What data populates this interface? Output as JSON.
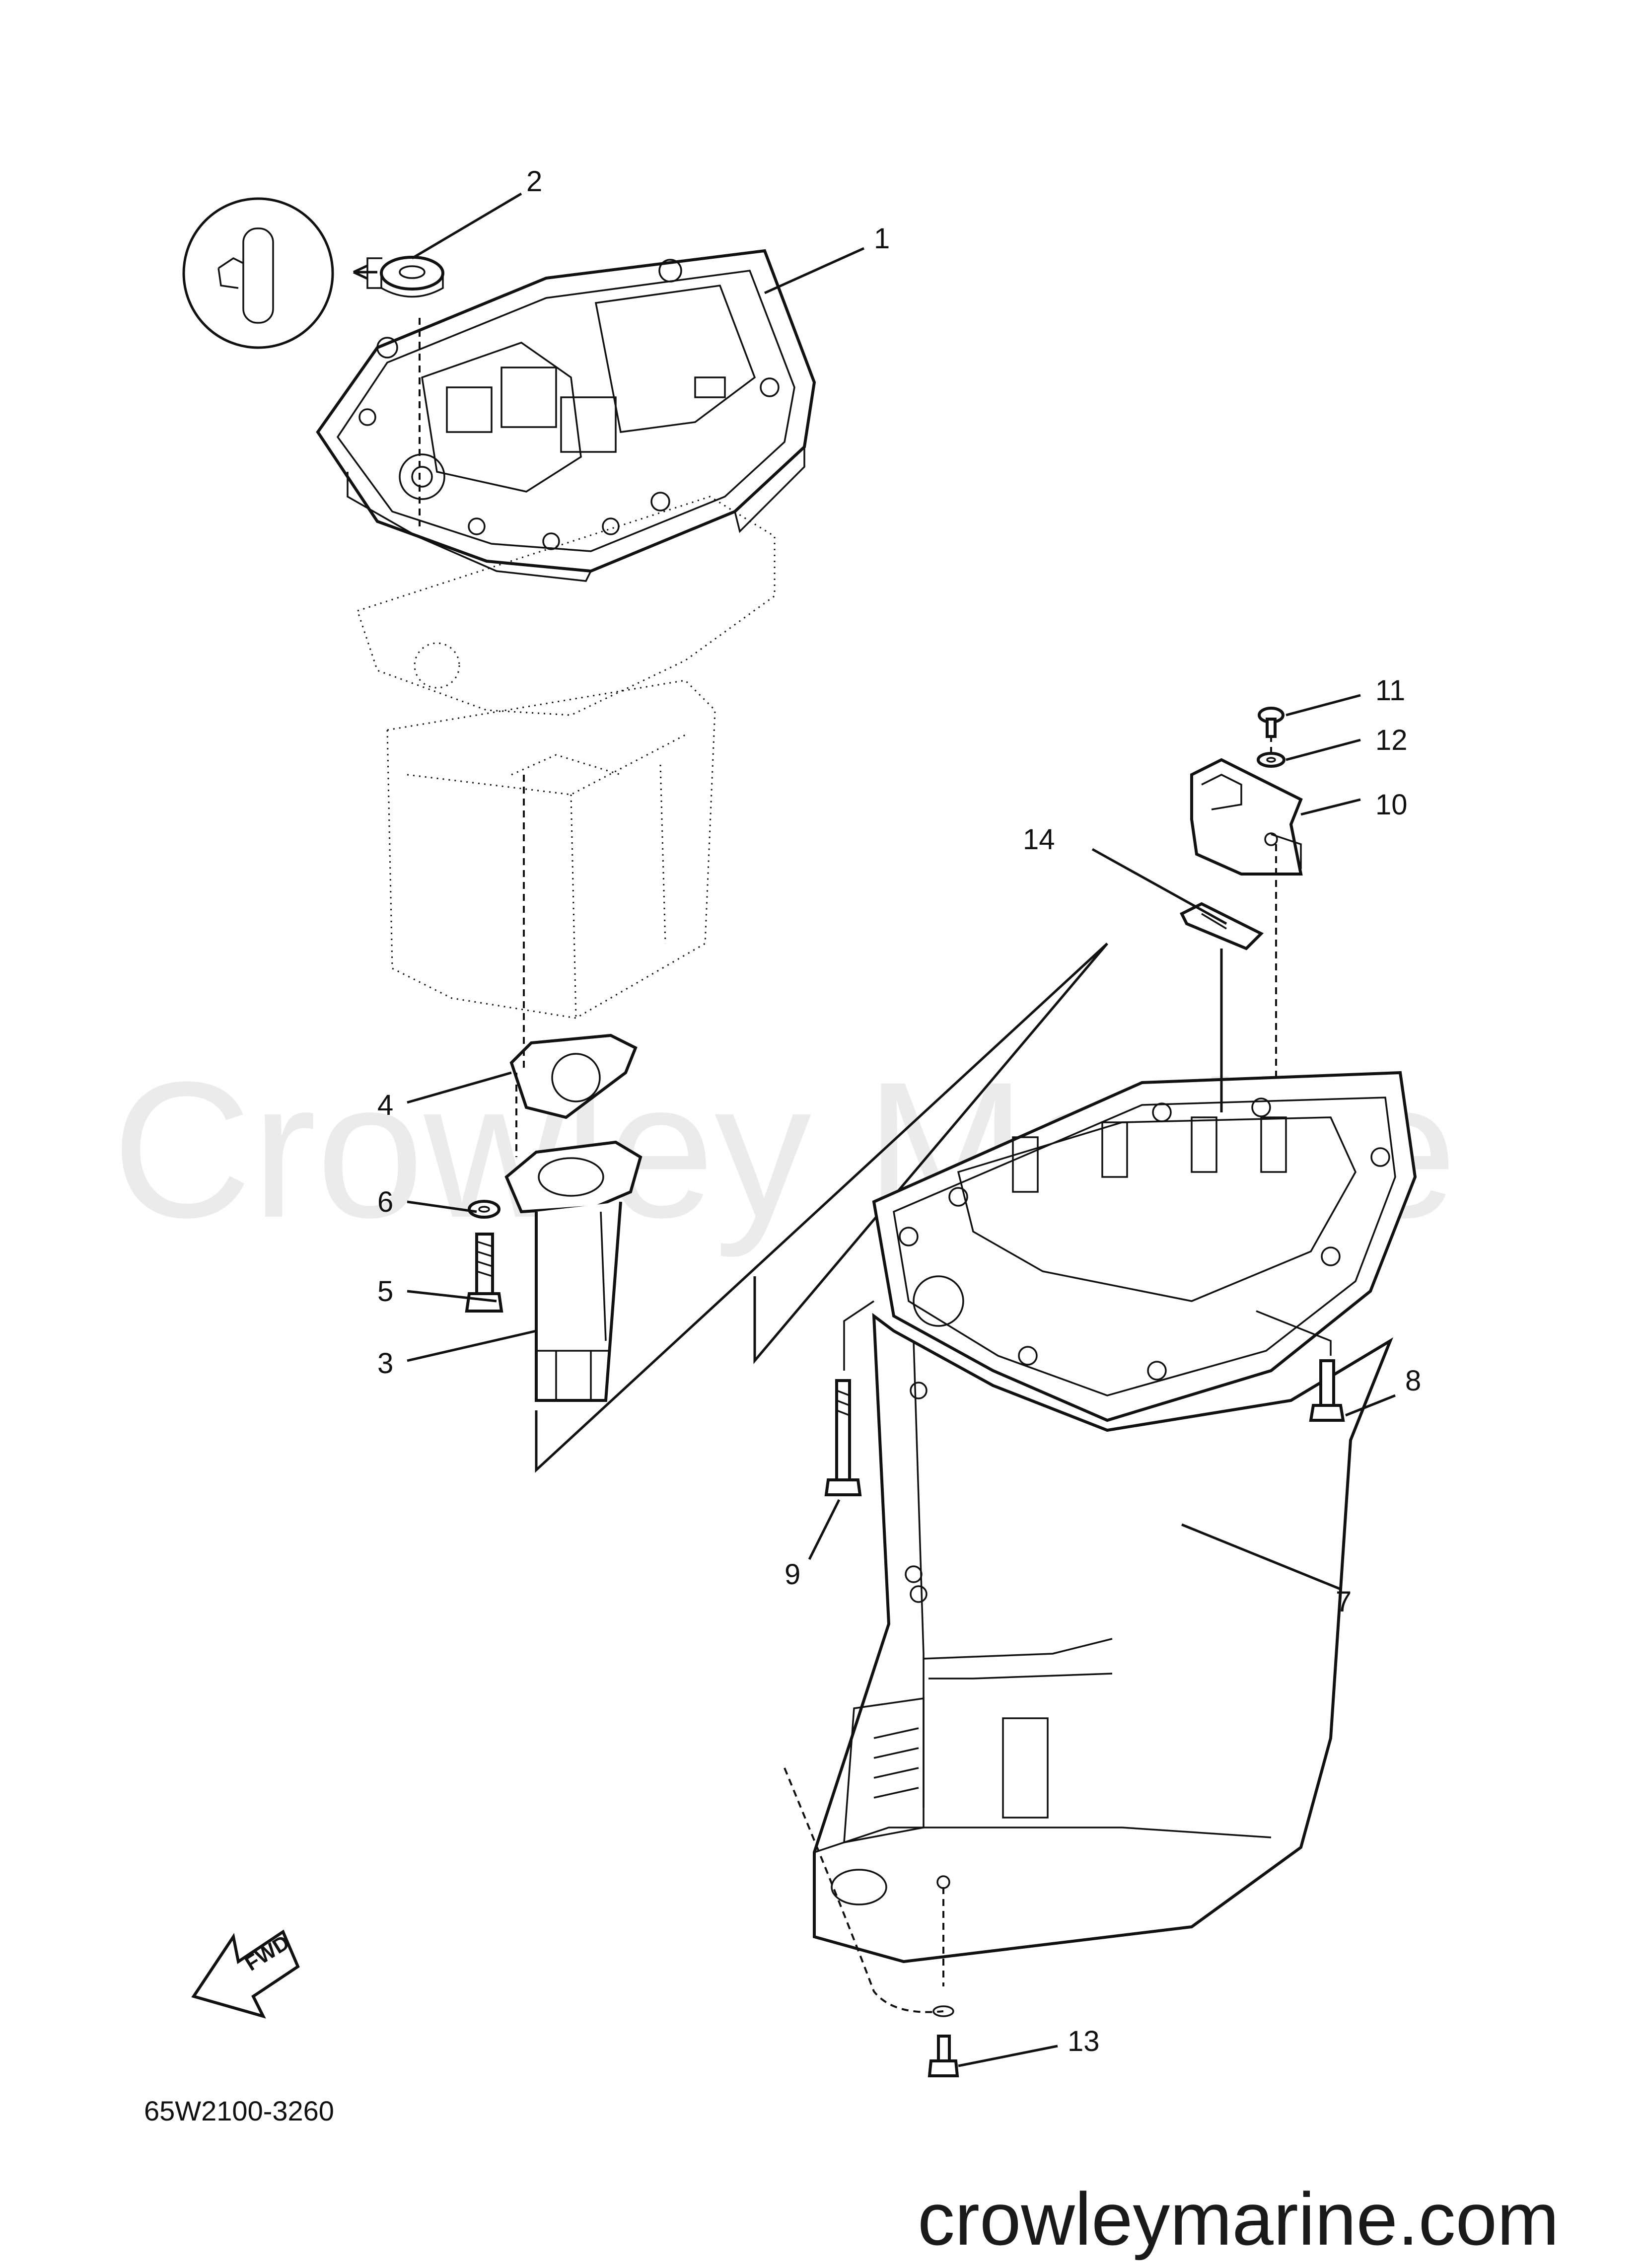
{
  "watermark": "Crowley Marine",
  "diagram_code": "65W2100-3260",
  "website": "crowleymarine.com",
  "fwd_label": "FWD",
  "callouts": [
    "1",
    "2",
    "3",
    "4",
    "5",
    "6",
    "7",
    "8",
    "9",
    "10",
    "11",
    "12",
    "13",
    "14"
  ]
}
